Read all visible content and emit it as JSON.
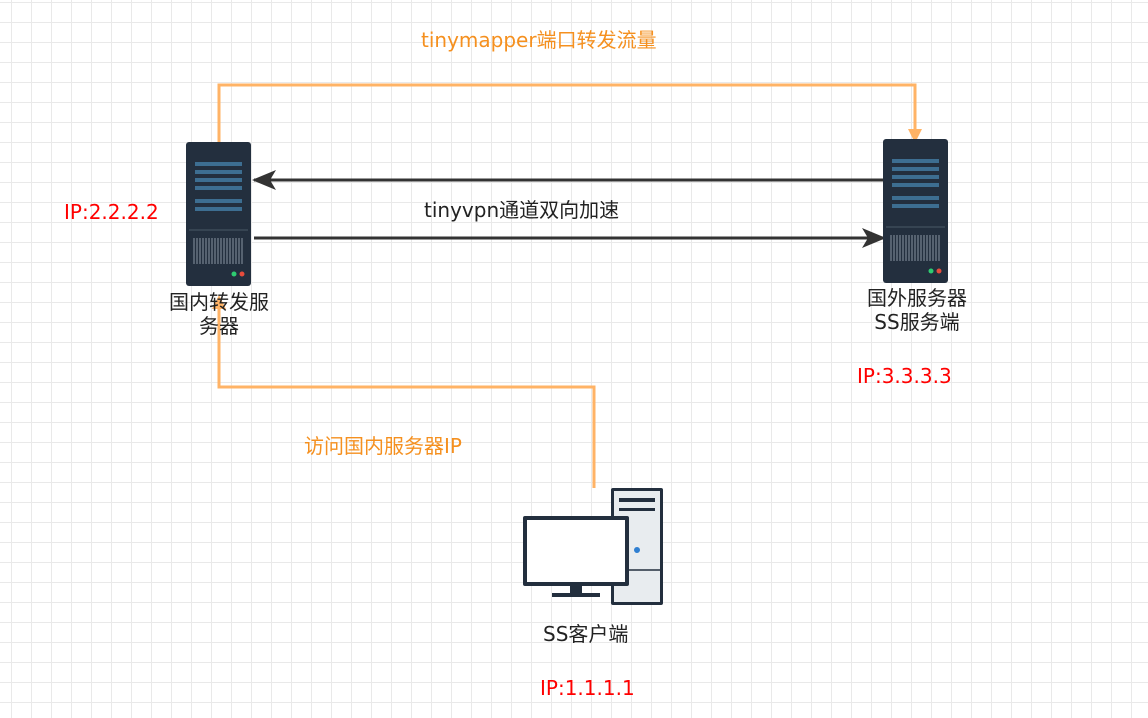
{
  "top_flow_label": "tinymapper端口转发流量",
  "tunnel_label": "tinyvpn通道双向加速",
  "access_label": "访问国内服务器IP",
  "domestic_server": {
    "name_line1": "国内转发服",
    "name_line2": "务器",
    "ip": "IP:2.2.2.2"
  },
  "foreign_server": {
    "name_line1": "国外服务器",
    "name_line2": "SS服务端",
    "ip": "IP:3.3.3.3"
  },
  "client": {
    "name": "SS客户端",
    "ip": "IP:1.1.1.1"
  },
  "colors": {
    "orange_flow": "#ffb366",
    "orange_text": "#f5901f",
    "dark_arrow": "#333333",
    "ip_text": "#ff0000",
    "server_body": "#232f3e",
    "server_light": "#3d6e91"
  }
}
